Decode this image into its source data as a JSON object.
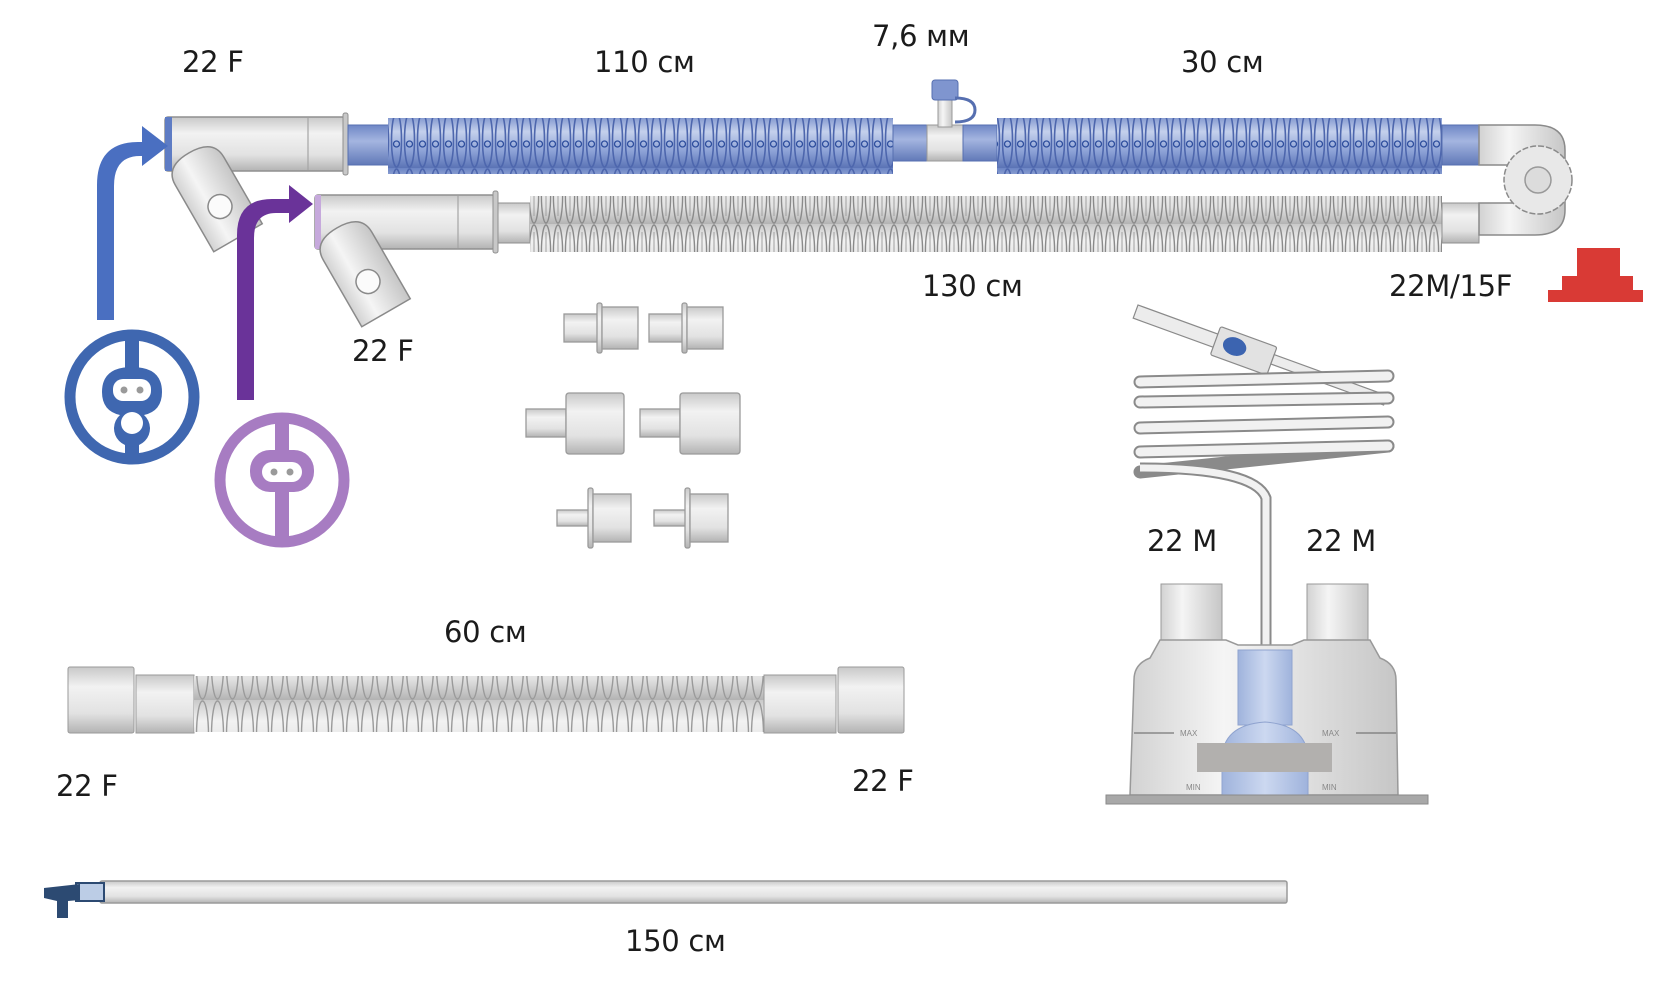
{
  "colors": {
    "inspiratory_blue": "#4a6fc1",
    "expiratory_purple": "#6a3399",
    "inspiratory_symbol": "#3f67b0",
    "expiratory_symbol": "#a77cc2",
    "cap_red": "#d93a35",
    "line_connector_navy": "#2c4a72",
    "chamber_fluid": "#a9bde0"
  },
  "labels": {
    "insp_connector": "22 F",
    "insp_limb_length": "110 см",
    "port_diameter": "7,6 мм",
    "insp_distal_length": "30 см",
    "exp_limb_length": "130 см",
    "exp_connector": "22 F",
    "wye_connector": "22M/15F",
    "chamber_port_left": "22 M",
    "chamber_port_right": "22 M",
    "extension_length": "60 см",
    "extension_end_left": "22 F",
    "extension_end_right": "22 F",
    "sample_line_length": "150 см"
  },
  "chamber_marks": {
    "max_left": "MAX",
    "max_right": "MAX",
    "min_left": "MIN",
    "min_right": "MIN"
  },
  "icons": {
    "insp_arrow": "curved-arrow-right",
    "exp_arrow": "curved-arrow-right",
    "insp_symbol": "inspiratory-limb-symbol",
    "exp_symbol": "expiratory-limb-symbol",
    "cap": "red-cap"
  }
}
